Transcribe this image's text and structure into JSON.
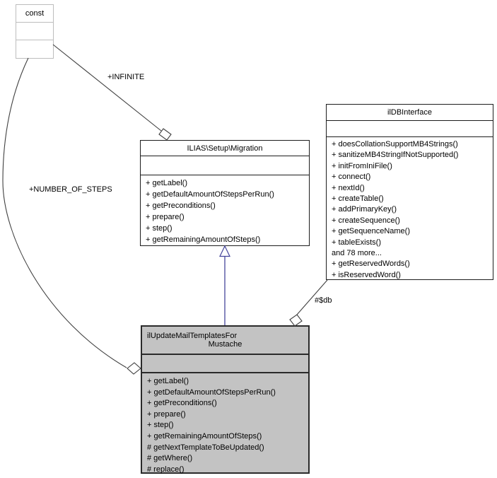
{
  "diagram": {
    "edge_labels": {
      "infinite": "+INFINITE",
      "number_of_steps": "+NUMBER_OF_STEPS",
      "db": "#$db"
    },
    "colors": {
      "node_border": "#1c1c1c",
      "const_border": "#bdbdbd",
      "focus_fill": "#c3c3c3",
      "edge_line": "#404040",
      "inheritance_line": "#44449b"
    },
    "classes": {
      "const": {
        "title": "const"
      },
      "migration": {
        "title": "ILIAS\\Setup\\Migration",
        "methods": [
          "+ getLabel()",
          "+ getDefaultAmountOfStepsPerRun()",
          "+ getPreconditions()",
          "+ prepare()",
          "+ step()",
          "+ getRemainingAmountOfSteps()"
        ]
      },
      "db_interface": {
        "title": "ilDBInterface",
        "methods": [
          "+ doesCollationSupportMB4Strings()",
          "+ sanitizeMB4StringIfNotSupported()",
          "+ initFromIniFile()",
          "+ connect()",
          "+ nextId()",
          "+ createTable()",
          "+ addPrimaryKey()",
          "+ createSequence()",
          "+ getSequenceName()",
          "+ tableExists()",
          "and 78 more...",
          "+ getReservedWords()",
          "+ isReservedWord()"
        ]
      },
      "focus": {
        "title_line1": "ilUpdateMailTemplatesFor",
        "title_line2": "Mustache",
        "methods": [
          "+ getLabel()",
          "+ getDefaultAmountOfStepsPerRun()",
          "+ getPreconditions()",
          "+ prepare()",
          "+ step()",
          "+ getRemainingAmountOfSteps()",
          "# getNextTemplateToBeUpdated()",
          "# getWhere()",
          "# replace()"
        ]
      }
    }
  }
}
